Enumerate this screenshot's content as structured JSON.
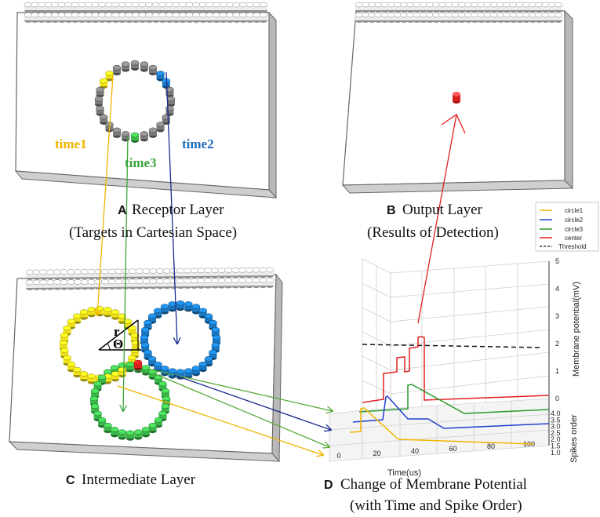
{
  "panels": {
    "A": {
      "letter": "A",
      "title": "Receptor Layer",
      "subtitle": "(Targets in Cartesian Space)"
    },
    "B": {
      "letter": "B",
      "title": "Output Layer",
      "subtitle": "(Results of Detection)"
    },
    "C": {
      "letter": "C",
      "title": "Intermediate Layer"
    },
    "D": {
      "letter": "D",
      "title": "Change of Membrane Potential",
      "subtitle": "(with Time and Spike Order)"
    }
  },
  "labels": {
    "time1": "time1",
    "time2": "time2",
    "time3": "time3",
    "r": "r",
    "theta": "Θ"
  },
  "colors": {
    "circle1": "#f0b400",
    "circle2": "#1f3fd0",
    "circle3": "#2a9a2a",
    "center": "#e02020",
    "threshold": "#111111",
    "yellow_neuron": "#f2e21a",
    "blue_neuron": "#1a78c2",
    "green_neuron": "#3cb84a",
    "gray_neuron": "#7a7a7a"
  },
  "chart_data": {
    "type": "line",
    "xlabel": "Time(us)",
    "ylabel": "Membrane potential(mV)",
    "zlabel": "Spikes order",
    "x_ticks": [
      "0",
      "20",
      "40",
      "60",
      "80",
      "100"
    ],
    "y_ticks": [
      "0",
      "1",
      "2",
      "3",
      "4",
      "5"
    ],
    "z_ticks": [
      "1.0",
      "1.5",
      "2.0",
      "2.5",
      "3.0",
      "3.5",
      "4.0"
    ],
    "threshold": 2,
    "legend": [
      "circle1",
      "circle2",
      "circle3",
      "center",
      "Threshold"
    ]
  }
}
